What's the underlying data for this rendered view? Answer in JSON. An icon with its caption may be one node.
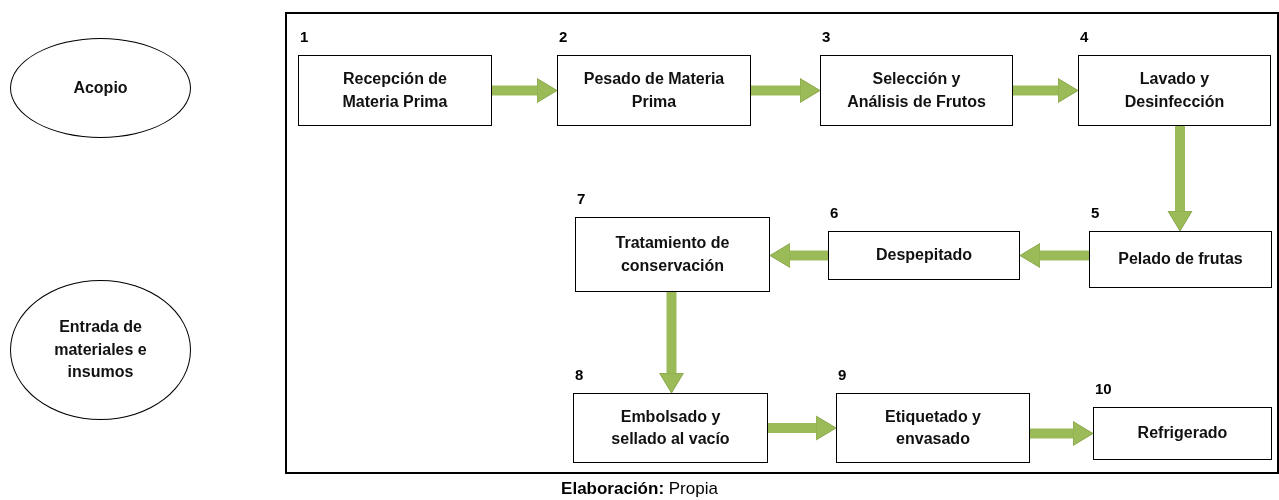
{
  "diagram": {
    "caption": "**Elaboración:** Propia",
    "nodes": [
      {
        "text": [
          "Acopio"
        ]
      },
      {
        "text": [
          "Entrada de materiales e insumos"
        ]
      },
      {
        "text": [],
        "shape": "box"
      },
      {
        "text": [
          "Recepción de Materia Prima"
        ],
        "in": 2,
        "beside": [
          "1"
        ]
      },
      {
        "text": [
          "Pesado de Materia Prima"
        ],
        "in": 2,
        "beside": [
          "2"
        ]
      },
      {
        "text": [
          "Selección y Análisis de Frutos"
        ],
        "in": 2,
        "beside": [
          "3"
        ]
      },
      {
        "text": [
          "Lavado y Desinfección"
        ],
        "in": 2,
        "beside": [
          "4"
        ]
      },
      {
        "text": [
          "Pelado de frutas"
        ],
        "in": 2,
        "beside": [
          "5"
        ]
      },
      {
        "text": [
          "Despepitado"
        ],
        "in": 2,
        "beside": [
          "6"
        ]
      },
      {
        "text": [
          "Tratamiento de conservación"
        ],
        "in": 2,
        "beside": [
          "7"
        ]
      },
      {
        "text": [
          "Embolsado y sellado al vacío"
        ],
        "in": 2,
        "beside": [
          "8"
        ]
      },
      {
        "text": [
          "Etiquetado y envasado"
        ],
        "in": 2,
        "beside": [
          "9"
        ]
      },
      {
        "text": [
          "Refrigerado"
        ],
        "in": 2,
        "beside": [
          "10"
        ]
      }
    ],
    "edges": [
      {
        "from": 3,
        "to": 4,
        "arrow": "to"
      },
      {
        "from": 4,
        "to": 5,
        "arrow": "to"
      },
      {
        "from": 5,
        "to": 6,
        "arrow": "to"
      },
      {
        "from": 6,
        "to": 7,
        "arrow": "to"
      },
      {
        "from": 7,
        "to": 8,
        "arrow": "to"
      },
      {
        "from": 8,
        "to": 9,
        "arrow": "to"
      },
      {
        "from": 9,
        "to": 10,
        "arrow": "to"
      },
      {
        "from": 10,
        "to": 11,
        "arrow": "to"
      },
      {
        "from": 11,
        "to": 12,
        "arrow": "to"
      }
    ]
  }
}
